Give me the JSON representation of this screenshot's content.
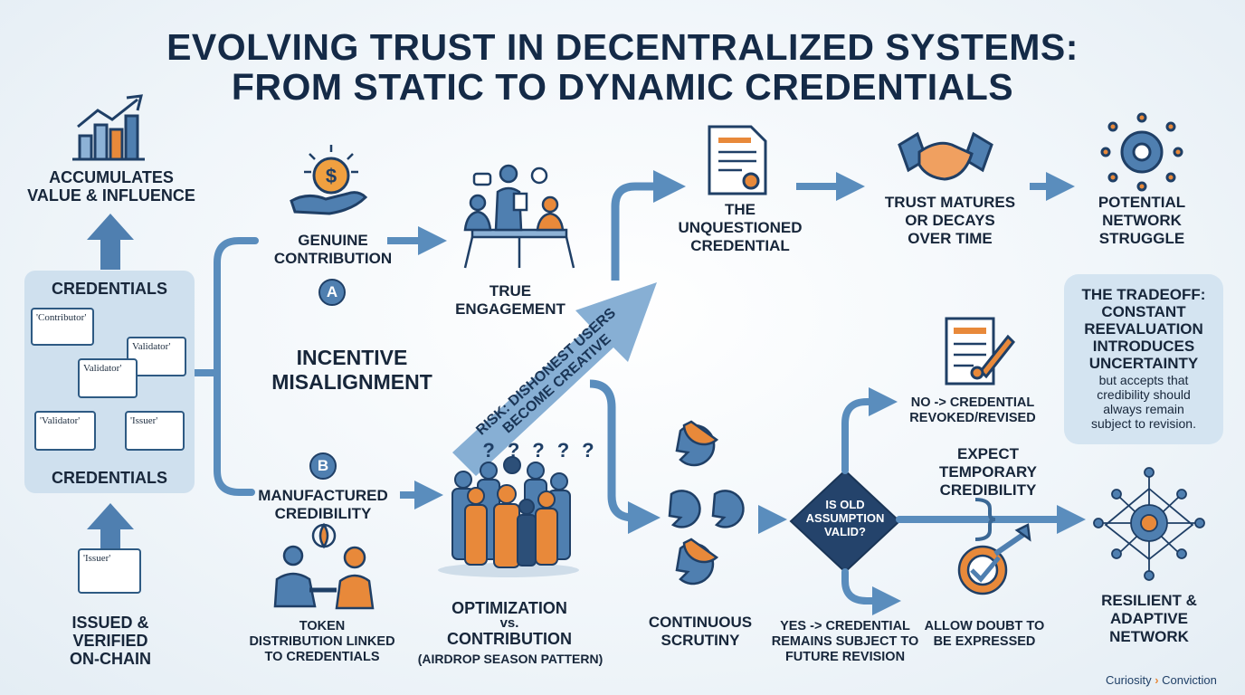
{
  "title": {
    "line1": "EVOLVING TRUST IN DECENTRALIZED SYSTEMS:",
    "line2": "FROM STATIC TO DYNAMIC CREDENTIALS"
  },
  "left": {
    "accumulates": [
      "ACCUMULATES",
      "VALUE & INFLUENCE"
    ],
    "credentials_top": "CREDENTIALS",
    "credentials_bottom": "CREDENTIALS",
    "cards": [
      "'Contributor'",
      "Validator'",
      "Validator'",
      "'Validator'",
      "'Issuer'"
    ],
    "issuer_card": "'Issuer'",
    "issued": [
      "ISSUED &",
      "VERIFIED",
      "ON-CHAIN"
    ]
  },
  "middle": {
    "genuine": [
      "GENUINE",
      "CONTRIBUTION"
    ],
    "badge_a": "A",
    "badge_b": "B",
    "true_engagement": [
      "TRUE",
      "ENGAGEMENT"
    ],
    "incentive": [
      "INCENTIVE",
      "MISALIGNMENT"
    ],
    "manufactured": [
      "MANUFACTURED",
      "CREDIBILITY"
    ],
    "token": [
      "TOKEN",
      "DISTRIBUTION LINKED",
      "TO CREDENTIALS"
    ],
    "optimization": [
      "OPTIMIZATION",
      "vs.",
      "CONTRIBUTION"
    ],
    "airdrop": "(AIRDROP SEASON PATTERN)",
    "risk": [
      "RISK: DISHONEST USERS",
      "BECOME CREATIVE"
    ],
    "question_mark": "?"
  },
  "right": {
    "unquestioned": [
      "THE",
      "UNQUESTIONED",
      "CREDENTIAL"
    ],
    "trust_matures": [
      "TRUST MATURES",
      "OR DECAYS",
      "OVER TIME"
    ],
    "potential": [
      "POTENTIAL",
      "NETWORK",
      "STRUGGLE"
    ],
    "tradeoff_bold": [
      "THE TRADEOFF:",
      "CONSTANT",
      "REEVALUATION",
      "INTRODUCES",
      "UNCERTAINTY"
    ],
    "tradeoff_normal": [
      "but accepts that",
      "credibility should",
      "always remain",
      "subject to revision."
    ],
    "no_revoked": [
      "NO -> CREDENTIAL",
      "REVOKED/REVISED"
    ],
    "expect": [
      "EXPECT",
      "TEMPORARY",
      "CREDIBILITY"
    ],
    "diamond": [
      "IS OLD",
      "ASSUMPTION",
      "VALID?"
    ],
    "continuous": [
      "CONTINUOUS",
      "SCRUTINY"
    ],
    "yes_remains": [
      "YES -> CREDENTIAL",
      "REMAINS SUBJECT TO",
      "FUTURE REVISION"
    ],
    "allow_doubt": [
      "ALLOW DOUBT TO",
      "BE EXPRESSED"
    ],
    "resilient": [
      "RESILIENT &",
      "ADAPTIVE",
      "NETWORK"
    ]
  },
  "brand": {
    "left": "Curiosity",
    "right": "Conviction"
  },
  "colors": {
    "navy": "#1f3f66",
    "blue": "#5a8dbd",
    "orange": "#e8893a",
    "panel": "#cfe0ee"
  },
  "icons": [
    "bar-chart-icon",
    "coin-hand-icon",
    "meeting-icon",
    "document-icon",
    "handshake-icon",
    "gear-network-icon",
    "revoked-document-icon",
    "crowd-icon",
    "token-exchange-icon",
    "cycle-arrows-icon",
    "gear-check-icon",
    "resilient-network-icon"
  ]
}
